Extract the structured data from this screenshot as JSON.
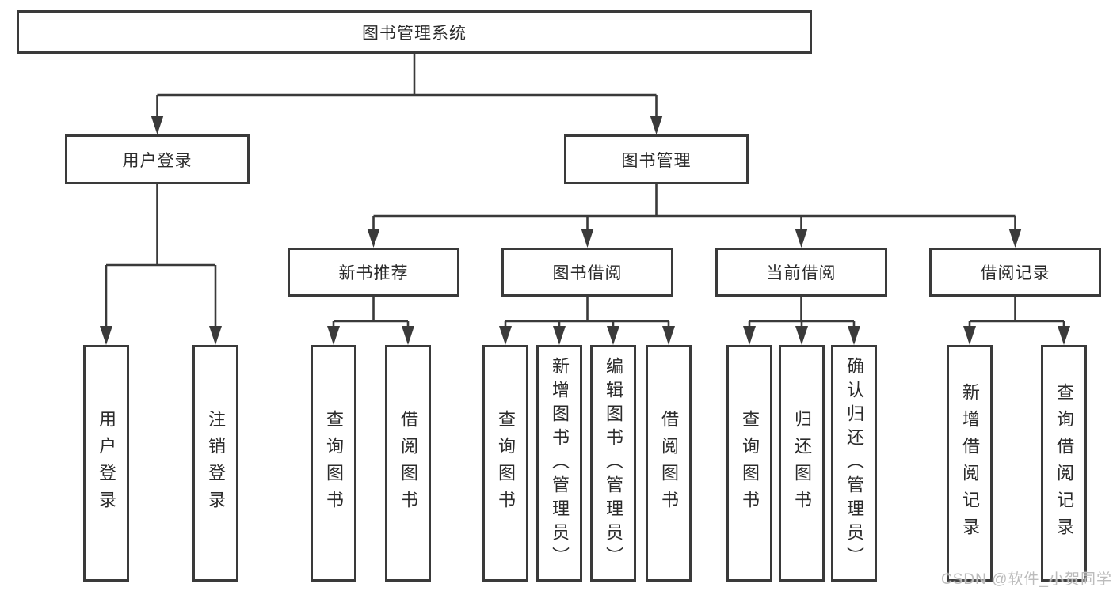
{
  "tree": {
    "root": {
      "label": "图书管理系统",
      "children": [
        {
          "label": "用户登录",
          "children": [
            {
              "label": "用户登录"
            },
            {
              "label": "注销登录"
            }
          ]
        },
        {
          "label": "图书管理",
          "children": [
            {
              "label": "新书推荐",
              "children": [
                {
                  "label": "查询图书"
                },
                {
                  "label": "借阅图书"
                }
              ]
            },
            {
              "label": "图书借阅",
              "children": [
                {
                  "label": "查询图书"
                },
                {
                  "label": "新增图书（管理员）"
                },
                {
                  "label": "编辑图书（管理员）"
                },
                {
                  "label": "借阅图书"
                }
              ]
            },
            {
              "label": "当前借阅",
              "children": [
                {
                  "label": "查询图书"
                },
                {
                  "label": "归还图书"
                },
                {
                  "label": "确认归还（管理员）"
                }
              ]
            },
            {
              "label": "借阅记录",
              "children": [
                {
                  "label": "新增借阅记录"
                },
                {
                  "label": "查询借阅记录"
                }
              ]
            }
          ]
        }
      ]
    }
  },
  "watermark": {
    "text": "CSDN @软件_小贺同学"
  },
  "colors": {
    "line": "#3a3a3a",
    "box_border": "#3a3a3a",
    "box_fill": "#ffffff",
    "text": "#2b2b2b",
    "watermark": "#bcbcbc"
  }
}
